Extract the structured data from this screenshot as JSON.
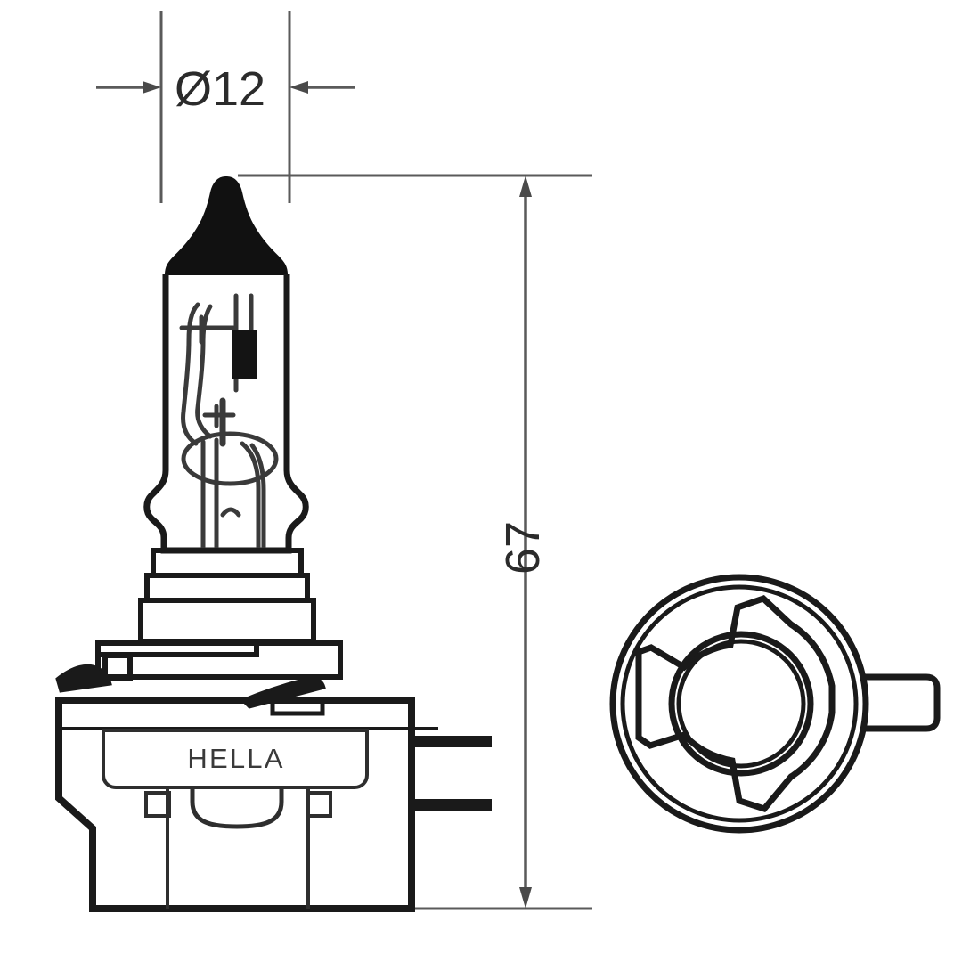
{
  "drawing": {
    "title": "HELLA H11 halogen bulb technical dimension drawing",
    "background_color": "#ffffff",
    "line_color": "#1a1a1a",
    "dimension_line_color": "#4a4a4a",
    "text_color": "#2b2b2b",
    "cap_fill_color": "#111111"
  },
  "dimensions": {
    "diameter": {
      "label": "Ø12",
      "symbol": "Ø",
      "value": "12",
      "orientation": "horizontal",
      "placement": "top"
    },
    "length": {
      "label": "67",
      "value": "67",
      "orientation": "vertical",
      "placement": "right-of-side-view"
    }
  },
  "views": {
    "side_view": {
      "name": "side-elevation-view",
      "brand_label": "HELLA"
    },
    "base_view": {
      "name": "base-end-view",
      "brand_label": ""
    }
  },
  "labels": {
    "brand": "HELLA"
  }
}
